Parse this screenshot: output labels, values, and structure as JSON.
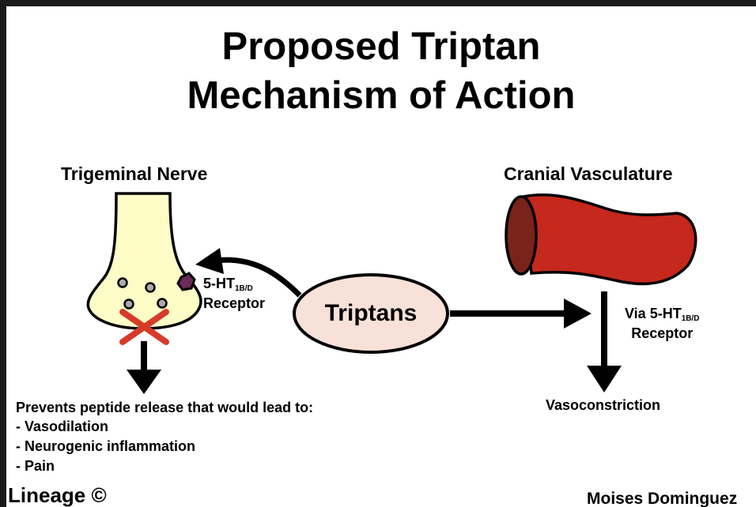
{
  "title": {
    "line1": "Proposed Triptan",
    "line2": "Mechanism of Action"
  },
  "nerve": {
    "heading": "Trigeminal Nerve",
    "receptor_prefix": "5-HT",
    "receptor_subscript": "1B/D",
    "receptor_label": "Receptor",
    "effect_intro": "Prevents peptide release that would lead to:",
    "effects": [
      "- Vasodilation",
      "- Neurogenic inflammation",
      "- Pain"
    ]
  },
  "center": {
    "label": "Triptans"
  },
  "vessel": {
    "heading": "Cranial Vasculature",
    "via_prefix": "Via 5-HT",
    "via_subscript": "1B/D",
    "via_label": "Receptor",
    "effect": "Vasoconstriction"
  },
  "footer": {
    "brand": "Lineage ©",
    "author": "Moises Dominguez"
  },
  "colors": {
    "nerve_fill": "#fdfbc6",
    "vesicle": "#a9a9a9",
    "receptor": "#6b2a5a",
    "block_x": "#d63b2a",
    "triptan_fill": "#f8e1d8",
    "vessel_body": "#c5281c",
    "vessel_opening": "#7a2319"
  }
}
